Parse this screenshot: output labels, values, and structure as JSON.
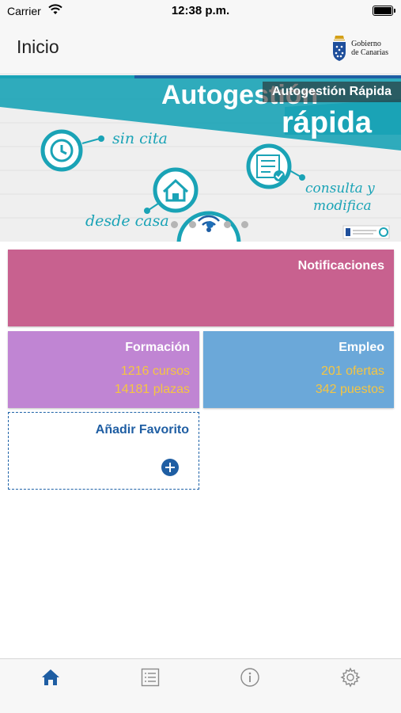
{
  "status_bar": {
    "carrier": "Carrier",
    "time": "12:38 p.m."
  },
  "nav": {
    "title": "Inicio",
    "logo_line1": "Gobierno",
    "logo_line2": "de Canarias"
  },
  "banner": {
    "overlay_title": "Autogestión Rápida",
    "art_title_line1": "Autogestión",
    "art_title_line2": "rápida",
    "art_label_1": "sin cita",
    "art_label_2": "desde casa",
    "art_label_3_line1": "consulta y",
    "art_label_3_line2": "modifica",
    "slide_count": 5,
    "active_slide": 3
  },
  "cards": {
    "notifications": {
      "title": "Notificaciones"
    },
    "formacion": {
      "title": "Formación",
      "line1": "1216 cursos",
      "line2": "14181 plazas"
    },
    "empleo": {
      "title": "Empleo",
      "line1": "201 ofertas",
      "line2": "342 puestos"
    },
    "add_favorite": {
      "title": "Añadir Favorito"
    }
  },
  "tabs": [
    {
      "name": "home-icon",
      "active": true
    },
    {
      "name": "list-icon",
      "active": false
    },
    {
      "name": "info-icon",
      "active": false
    },
    {
      "name": "settings-icon",
      "active": false
    }
  ],
  "colors": {
    "accent": "#1f5ea3",
    "notifications": "#c8618f",
    "formacion": "#c085d3",
    "empleo": "#6ba8d9",
    "highlight_text": "#f5c542",
    "banner_teal": "#1aa3b6"
  }
}
